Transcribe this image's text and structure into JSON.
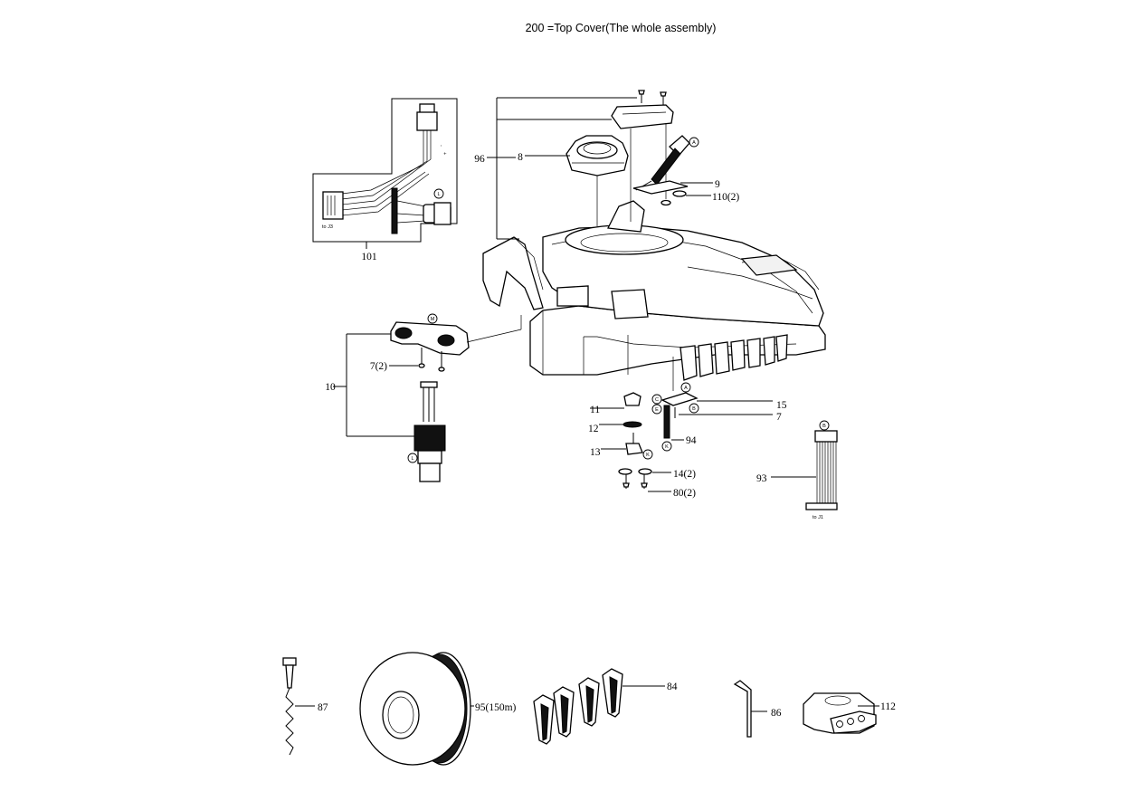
{
  "title": "200 =Top Cover(The whole assembly)",
  "labels": {
    "l101": "101",
    "l96": "96",
    "l8": "8",
    "l9": "9",
    "l110": "110(2)",
    "l10": "10",
    "l7x2": "7(2)",
    "l11": "11",
    "l12": "12",
    "l13": "13",
    "l15": "15",
    "l7": "7",
    "l94": "94",
    "l14": "14(2)",
    "l80": "80(2)",
    "l93": "93",
    "l87": "87",
    "l95": "95(150m)",
    "l84": "84",
    "l86": "86",
    "l112": "112"
  },
  "connectors": {
    "to_j3": "to J3",
    "to_j1": "to J1",
    "wire_minus": "-",
    "wire_plus": "+",
    "marker_a": "A",
    "marker_b": "B",
    "marker_c": "C",
    "marker_e": "E",
    "marker_k": "K",
    "marker_l": "L",
    "marker_m": "M"
  }
}
